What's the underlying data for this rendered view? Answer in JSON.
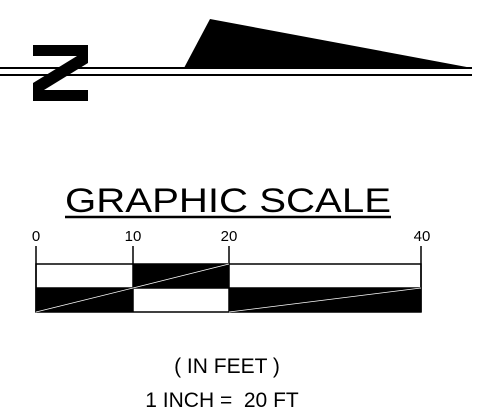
{
  "colors": {
    "ink": "#000000",
    "paper": "#ffffff"
  },
  "north_arrow": {
    "label": "N",
    "icon": "north-arrow-icon"
  },
  "graphic_scale": {
    "title": "GRAPHIC SCALE",
    "tick_labels": [
      "0",
      "10",
      "20",
      "40"
    ],
    "tick_values": [
      0,
      10,
      20,
      40
    ],
    "units_note": "( IN FEET )",
    "ratio_note": "1 INCH =  20 FT"
  }
}
